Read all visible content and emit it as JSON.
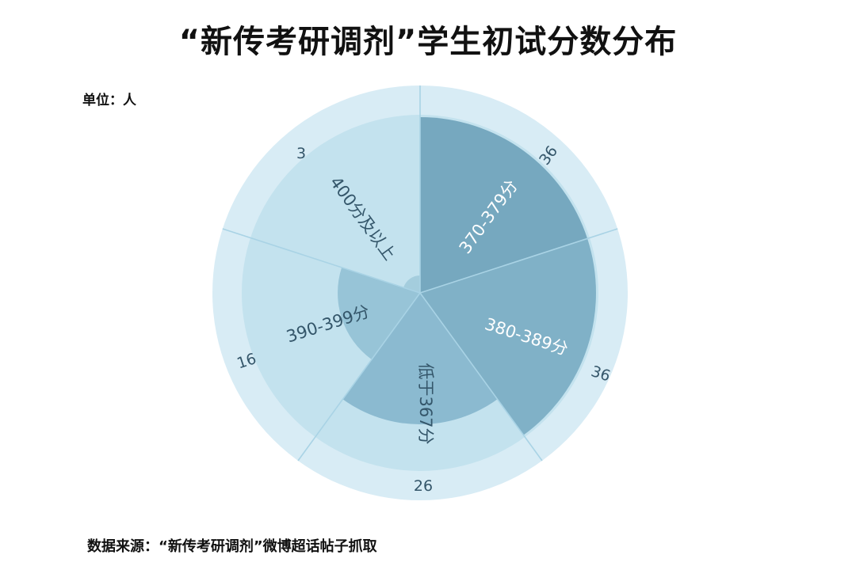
{
  "title": "“新传考研调剂”学生初试分数分布",
  "unit_label": "单位：人",
  "source_label": "数据来源：“新传考研调剂”微博超话帖子抓取",
  "colors": {
    "outer_ring": "#d8ecf5",
    "inner_background": "#c3e2ee",
    "divider": "#a9d3e5",
    "label_dark": "#34566a",
    "label_light": "#ffffff"
  },
  "chart_data": {
    "type": "pie",
    "subtype": "nightingale-rose",
    "title": "“新传考研调剂”学生初试分数分布",
    "unit": "人",
    "categories": [
      "370-379分",
      "380-389分",
      "低于367分",
      "390-399分",
      "400分及以上"
    ],
    "values": [
      36,
      36,
      26,
      16,
      3
    ],
    "slice_colors": [
      "#76a8bf",
      "#80b1c7",
      "#8bbad0",
      "#97c4d7",
      "#a4cddd"
    ],
    "start_angle_deg": 0,
    "direction": "clockwise",
    "legend": "none",
    "source": "“新传考研调剂”微博超话帖子抓取"
  },
  "slices": [
    {
      "label": "370-379分",
      "value": "36"
    },
    {
      "label": "380-389分",
      "value": "36"
    },
    {
      "label": "低于367分",
      "value": "26"
    },
    {
      "label": "390-399分",
      "value": "16"
    },
    {
      "label": "400分及以上",
      "value": "3"
    }
  ]
}
